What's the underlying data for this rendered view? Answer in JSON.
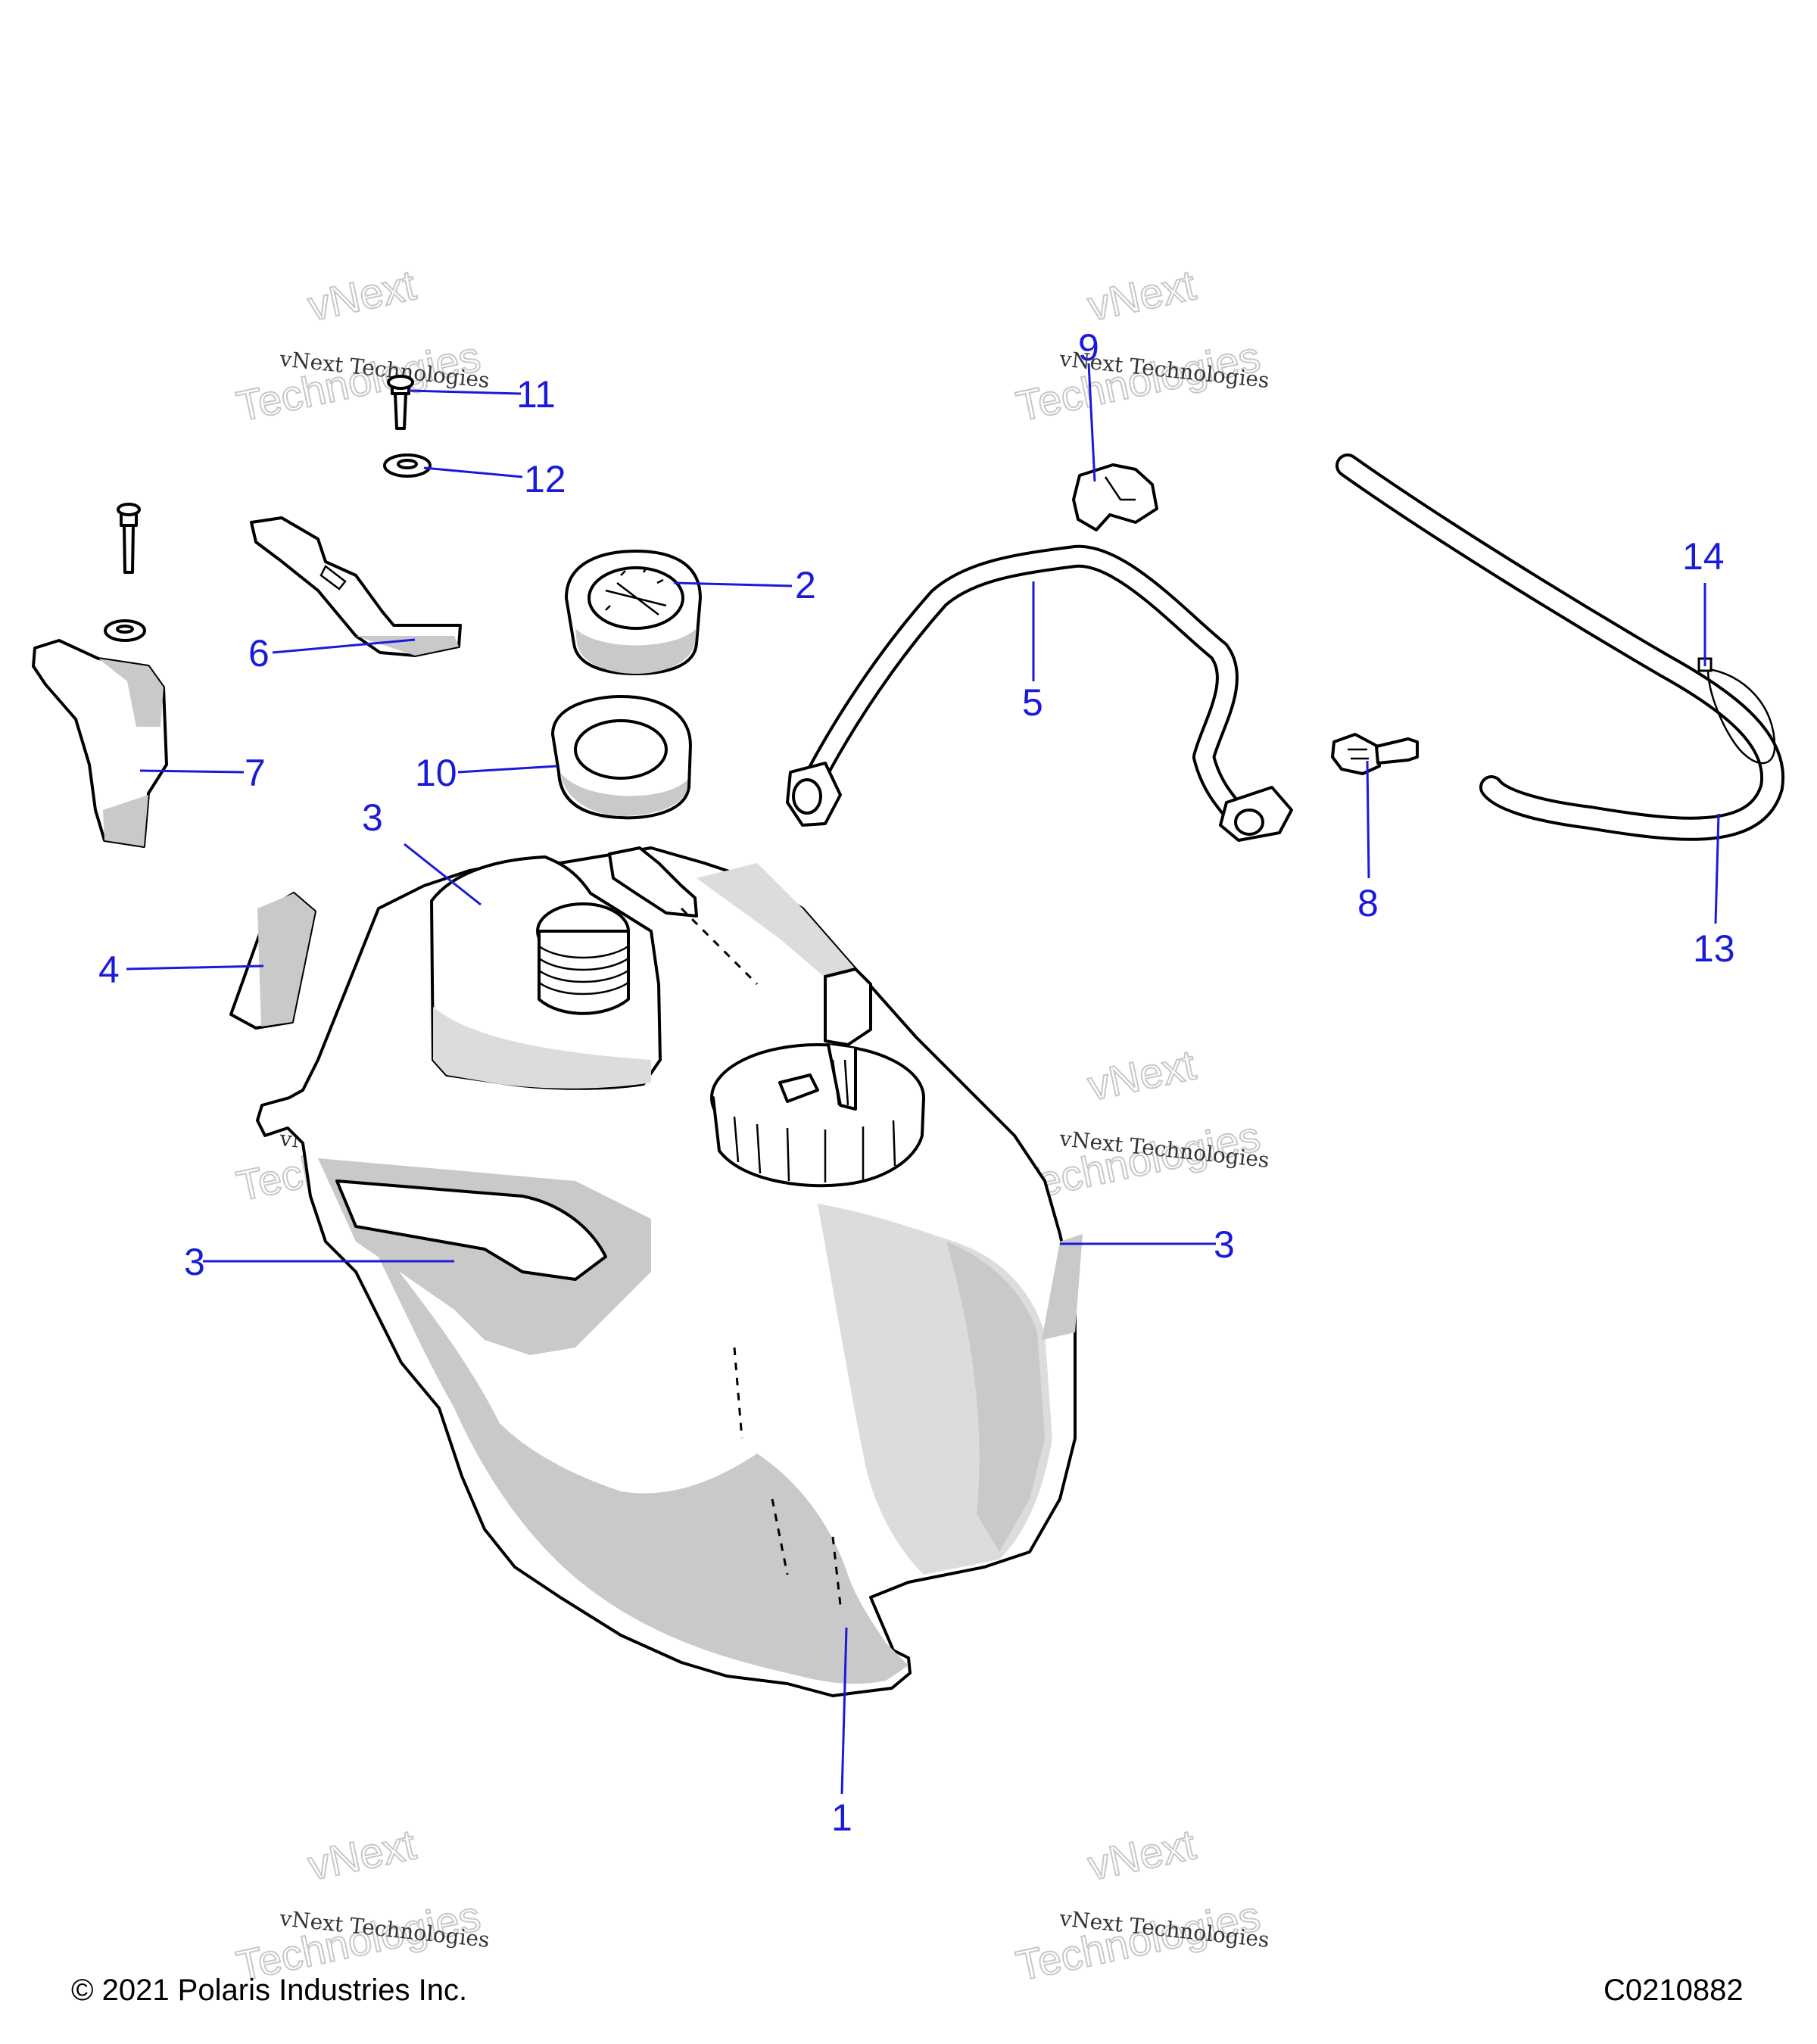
{
  "callouts": [
    "1",
    "2",
    "3",
    "3",
    "3",
    "4",
    "5",
    "6",
    "7",
    "8",
    "9",
    "10",
    "11",
    "12",
    "13",
    "14"
  ],
  "watermark": {
    "line1": "vNext Technologies",
    "line2": "vNext",
    "line3": "Technologies"
  },
  "footer": {
    "copyright": "© 2021 Polaris Industries Inc.",
    "code": "C0210882"
  }
}
